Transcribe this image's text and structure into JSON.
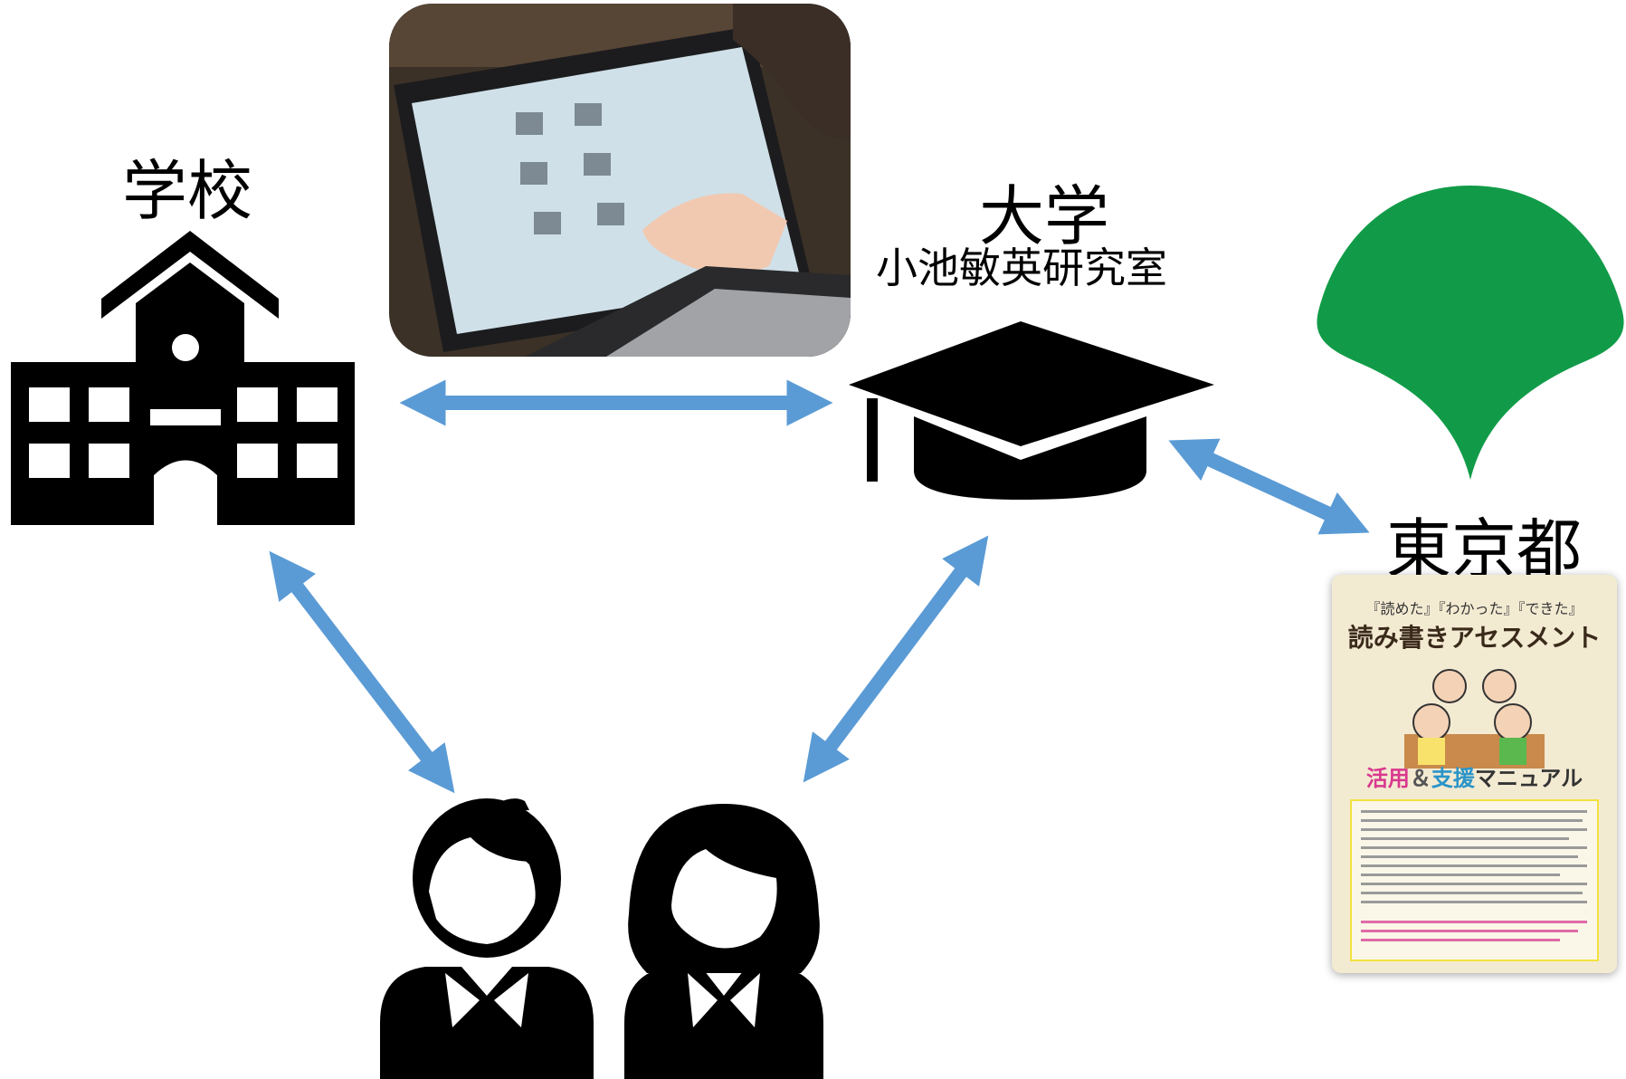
{
  "diagram": {
    "school": {
      "label": "学校",
      "icon": "school-building-icon"
    },
    "university": {
      "label": "大学",
      "sublabel": "小池敏英研究室",
      "icon": "graduation-cap-icon"
    },
    "tokyo": {
      "label": "東京都",
      "icon": "tokyo-metropolitan-emblem"
    },
    "photo": {
      "description_icon": "tablet-photo"
    },
    "students": {
      "icons": [
        "boy-student-icon",
        "girl-student-icon"
      ]
    },
    "manual": {
      "tagline": "『読めた』『わかった』『できた』",
      "title": "読み書きアセスメント",
      "subtitle_a": "活用",
      "subtitle_amp": "＆",
      "subtitle_b": "支援",
      "subtitle_rest": "マニュアル"
    },
    "colors": {
      "arrow": "#5b9bd5",
      "emblem": "#119b48",
      "icon": "#000000"
    }
  }
}
